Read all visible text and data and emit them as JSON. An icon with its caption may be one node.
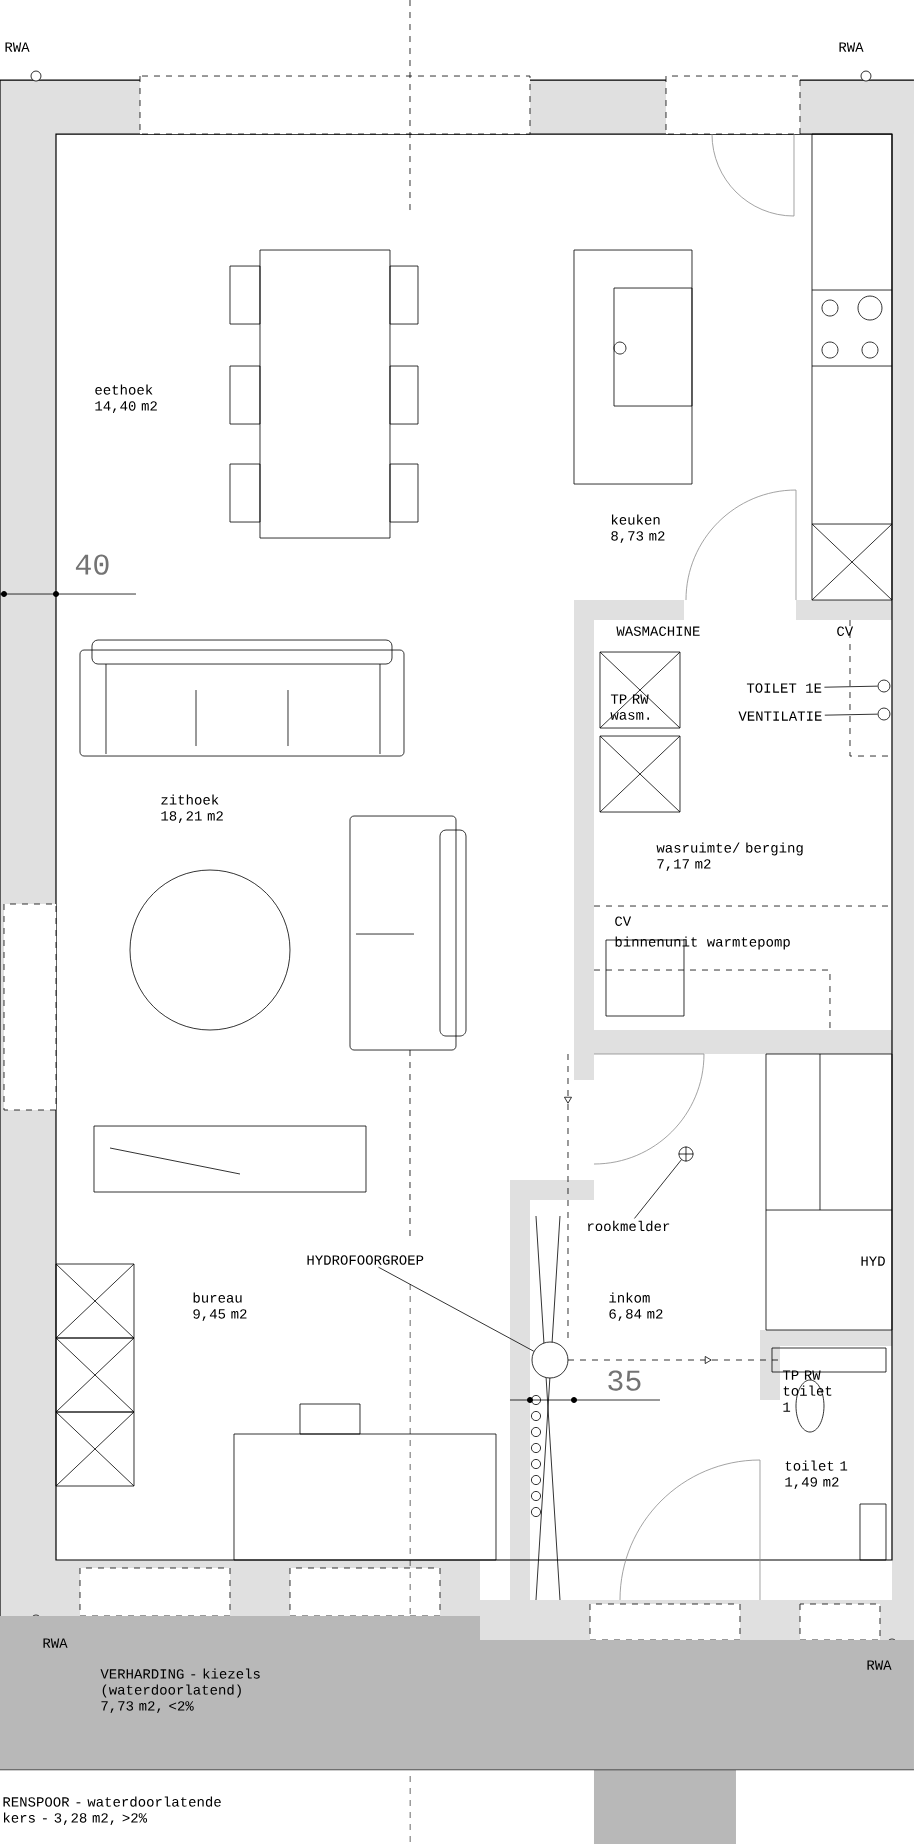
{
  "diagram": {
    "nodes": [
      {
        "text": [
          "HYDROFOORGROEP"
        ]
      },
      {
        "text": [],
        "shape": "circle"
      },
      {
        "text": [
          "rookmelder"
        ]
      },
      {
        "text": [],
        "shape": "circle"
      },
      {
        "text": [
          "TOILET 1E"
        ]
      },
      {
        "text": [],
        "shape": "circle"
      },
      {
        "text": [
          "VENTILATIE"
        ]
      },
      {
        "text": [],
        "shape": "circle"
      }
    ],
    "edges": [
      {
        "from": 0,
        "to": 1,
        "arrow": "none"
      },
      {
        "from": 2,
        "to": 3,
        "arrow": "none"
      },
      {
        "from": 4,
        "to": 5,
        "arrow": "none"
      },
      {
        "from": 6,
        "to": 7,
        "arrow": "none"
      }
    ],
    "labels": [
      "RWA",
      "RWA",
      "eethoek 14,40 m2",
      "keuken 8,73 m2",
      "40",
      "WASMACHINE",
      "CV",
      "TP RW wasm.",
      "wasruimte/ berging 7,17 m2",
      "CV",
      "binnenunit warmtepomp",
      "zithoek 18,21 m2",
      "inkom 6,84 m2",
      "35",
      "TP RW toilet 1",
      "toilet 1 1,49 m2",
      "bureau 9,45 m2",
      "HYD",
      "RWA",
      "RWA",
      "VERHARDING - kiezels (waterdoorlatend) 7,73 m2, <2%",
      "RENSPOOR - waterdoorlatende kers - 3,28 m2, >2%"
    ]
  }
}
